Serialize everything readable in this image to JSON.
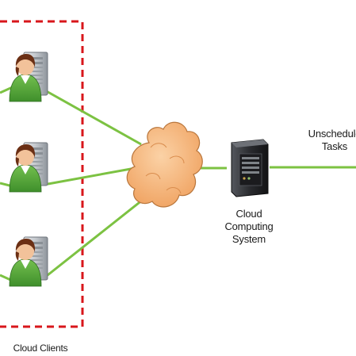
{
  "colors": {
    "boundary": "#d8161b",
    "link": "#7cc242",
    "cloud_fill": "#f6bb83",
    "cloud_stroke": "#b9763c",
    "person_shirt": "#5fae3e",
    "person_hair": "#6b2f14",
    "skin": "#f2c29a",
    "server_body": "#b7bcc2",
    "server_dark": "#2c2c30"
  },
  "icons": {
    "client": "user-with-computer-icon",
    "network": "cloud-icon",
    "system": "server-icon"
  },
  "labels": {
    "cloud_clients": "Cloud Clients",
    "cloud_computing_system": [
      "Cloud",
      "Computing",
      "System"
    ],
    "unscheduled_tasks": [
      "Unschedule",
      "Tasks"
    ]
  }
}
